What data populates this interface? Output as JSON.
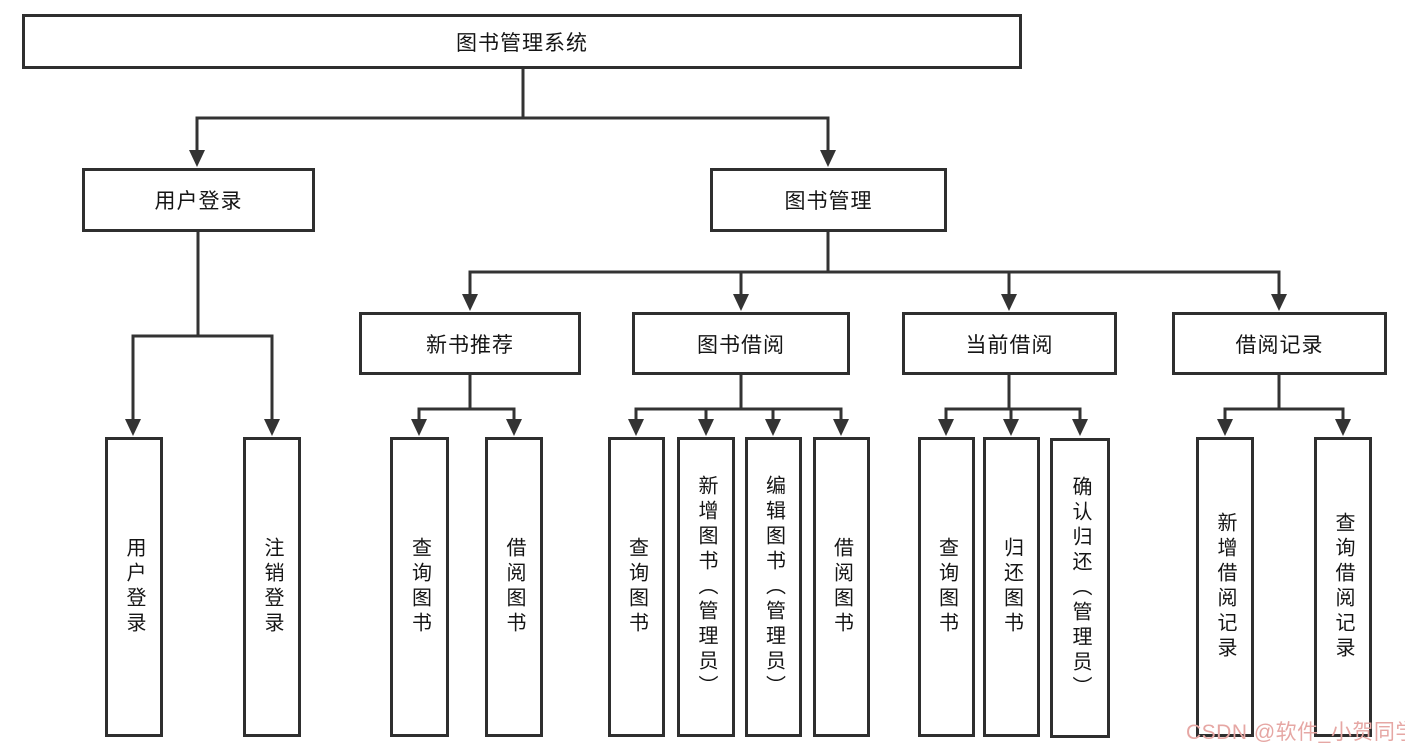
{
  "nodes": {
    "root": "图书管理系统",
    "user_login": "用户登录",
    "book_mgmt": "图书管理",
    "new_book_rec": "新书推荐",
    "book_borrow": "图书借阅",
    "current_borrow": "当前借阅",
    "borrow_record": "借阅记录",
    "login": "用户登录",
    "logout": "注销登录",
    "nb_query": "查询图书",
    "nb_borrow": "借阅图书",
    "bb_query": "查询图书",
    "bb_add": "新增图书（管理员）",
    "bb_edit": "编辑图书（管理员）",
    "bb_borrow": "借阅图书",
    "cb_query": "查询图书",
    "cb_return": "归还图书",
    "cb_confirm": "确认归还（管理员）",
    "br_add": "新增借阅记录",
    "br_query": "查询借阅记录"
  },
  "hierarchy": {
    "图书管理系统": [
      "用户登录",
      "图书管理"
    ],
    "用户登录": [
      "用户登录",
      "注销登录"
    ],
    "图书管理": [
      "新书推荐",
      "图书借阅",
      "当前借阅",
      "借阅记录"
    ],
    "新书推荐": [
      "查询图书",
      "借阅图书"
    ],
    "图书借阅": [
      "查询图书",
      "新增图书（管理员）",
      "编辑图书（管理员）",
      "借阅图书"
    ],
    "当前借阅": [
      "查询图书",
      "归还图书",
      "确认归还（管理员）"
    ],
    "借阅记录": [
      "新增借阅记录",
      "查询借阅记录"
    ]
  },
  "watermark": {
    "text": "CSDN @软件_小贺同学",
    "color": "#e6a7a4"
  },
  "colors": {
    "line": "#333333",
    "box_border": "#2f2f2f",
    "text": "#151515",
    "background": "#ffffff"
  }
}
